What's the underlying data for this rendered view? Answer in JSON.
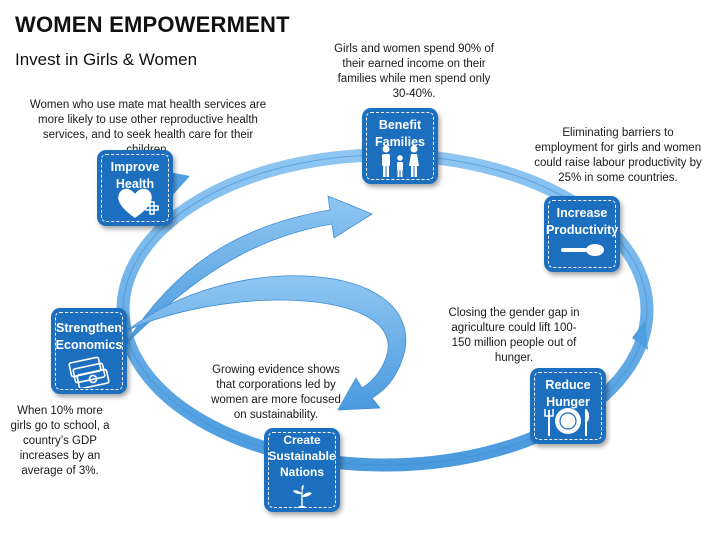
{
  "header": {
    "title": "WOMEN EMPOWERMENT",
    "subtitle": "Invest in Girls & Women"
  },
  "colors": {
    "node": "#1c6fbe",
    "arrow": "#5ba7e6",
    "arrow_light": "#8fc6f2"
  },
  "nodes": [
    {
      "id": "improve-health",
      "label": "Improve Health",
      "icon": "heart-plus-icon"
    },
    {
      "id": "benefit-families",
      "label": "Benefit Families",
      "icon": "family-icon"
    },
    {
      "id": "increase-productivity",
      "label": "Increase Productivity",
      "icon": "spatula-icon"
    },
    {
      "id": "reduce-hunger",
      "label": "Reduce Hunger",
      "icon": "plate-cutlery-icon"
    },
    {
      "id": "create-sustainable-nations",
      "label": "Create Sustainable Nations",
      "icon": "plant-icon"
    },
    {
      "id": "strengthen-economics",
      "label": "Strengthen Economics",
      "icon": "money-stack-icon"
    }
  ],
  "notes": {
    "improve_health": "Women who use mate mat health services are more likely to use other reproductive health services, and to seek health care for their children.",
    "benefit_families": "Girls and women spend 90% of their earned income on their families while men spend only 30-40%.",
    "increase_productivity": "Eliminating barriers to employment for girls and women could raise labour productivity by 25% in some countries.",
    "reduce_hunger": "Closing the gender gap in agriculture could lift 100-150 million people out of hunger.",
    "create_sustainable_nations": "Growing evidence shows that corporations led by women are more focused on sustainability.",
    "strengthen_economics": "When 10% more girls go to school, a country’s GDP increases by an average of 3%."
  }
}
